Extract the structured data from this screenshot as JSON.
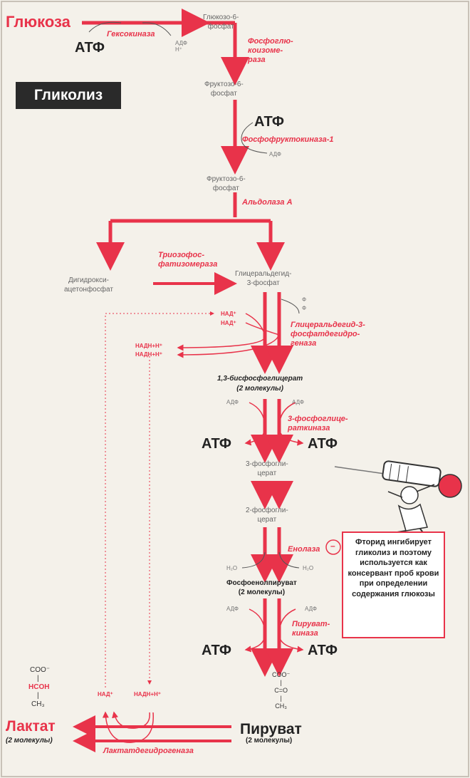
{
  "title": "Гликолиз",
  "glucose": "Глюкоза",
  "atp": "АТФ",
  "adp": "АДФ",
  "adp_h": "АДФ\nН⁺",
  "hexokinase": "Гексокиназа",
  "g6p": "Глюкозо-6-\nфосфат",
  "phosphoglucoisomerase": "Фосфоглю-\nкоизоме-\nраза",
  "f6p": "Фруктозо-6-\nфосфат",
  "pfk1": "Фосфофруктокиназа-1",
  "f6p2": "Фруктозо-6-\nфосфат",
  "aldolase": "Альдолаза А",
  "tpi": "Триозофос-\nфатизомераза",
  "dhap": "Дигидрокси-\nацетонфосфат",
  "g3p": "Глицеральдегид-\n3-фосфат",
  "pi1": "Ф",
  "pi2": "Ф",
  "nad1": "НАД⁺",
  "nad2": "НАД⁺",
  "nadh1": "НАДН+Н⁺",
  "nadh2": "НАДН+Н⁺",
  "gapdh": "Глицеральдегид-3-\nфосфатдегидро-\nгеназа",
  "bpg": "1,3-бисфосфоглицерат\n(2 молекулы)",
  "adp_pgk_l": "АДФ",
  "adp_pgk_r": "АДФ",
  "pgk": "3-фосфоглице-\nраткиназа",
  "atp_pgk_l": "АТФ",
  "atp_pgk_r": "АТФ",
  "pg3": "3-фосфогли-\nцерат",
  "pg2": "2-фосфогли-\nцерат",
  "enolase": "Енолаза",
  "inhibit_sign": "–",
  "h2o_l": "H₂O",
  "h2o_r": "H₂O",
  "pep": "Фосфоенолпируват\n(2 молекулы)",
  "adp_pk_l": "АДФ",
  "adp_pk_r": "АДФ",
  "pk": "Пируват-\nкиназа",
  "atp_pk_l": "АТФ",
  "atp_pk_r": "АТФ",
  "pyruvate_struct": "COO⁻\n|\nC=O\n|\nCH₃",
  "pyruvate": "Пируват",
  "pyruvate_count": "(2 молекулы)",
  "lactate_struct_1": "COO⁻",
  "lactate_struct_2": "|",
  "lactate_struct_3": "HCOH",
  "lactate_struct_4": "|",
  "lactate_struct_5": "CH₃",
  "lactate": "Лактат",
  "lactate_count": "(2 молекулы)",
  "ldh": "Лактатдегидрогеназа",
  "nad_l": "НАД⁺",
  "nadh_l": "НАДН+Н⁺",
  "note": "Фторид ингибирует гликолиз и поэтому используется как консервант проб крови при определении содержания глюкозы",
  "colors": {
    "red": "#e8334a",
    "frame": "#c8c2b8",
    "note_border": "#e8334a"
  }
}
